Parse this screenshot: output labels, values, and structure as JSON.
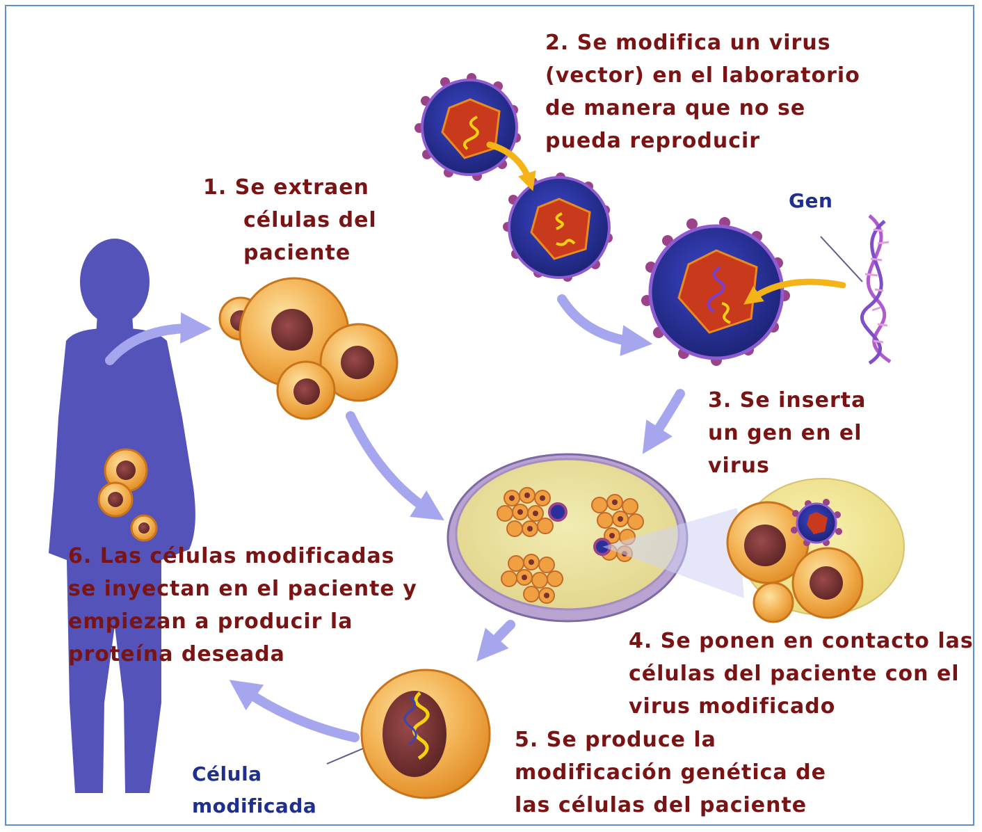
{
  "steps": {
    "step1": [
      "1. Se extraen",
      "células del",
      "paciente"
    ],
    "step2": [
      "2. Se modifica un virus",
      "(vector) en el laboratorio",
      "de manera que no se",
      "pueda reproducir"
    ],
    "step3": [
      "3. Se inserta",
      "un gen en el",
      "virus"
    ],
    "step4": [
      "4. Se ponen en contacto las",
      "células del paciente con el",
      "virus modificado"
    ],
    "step5": [
      "5. Se produce la",
      "modificación genética de",
      "las células del paciente"
    ],
    "step6": [
      "6. Las células modificadas",
      "se inyectan en el paciente y",
      "empiezan a producir la",
      "proteína deseada"
    ]
  },
  "labels": {
    "gen": "Gen",
    "modified_cell": [
      "Célula",
      "modificada"
    ]
  },
  "colors": {
    "text": "#7a1414",
    "label_blue": "#1e2f8f",
    "human": "#5151b8",
    "virus_body": "#2a2f9a",
    "virus_capsid": "#c93a1c",
    "virus_spikes": "#9b3f86",
    "cell": "#f0a844",
    "nucleus": "#7a3232",
    "arrow_blue": "#a9a9ef",
    "arrow_yellow": "#f4b417",
    "frame": "#5b8fd0"
  }
}
